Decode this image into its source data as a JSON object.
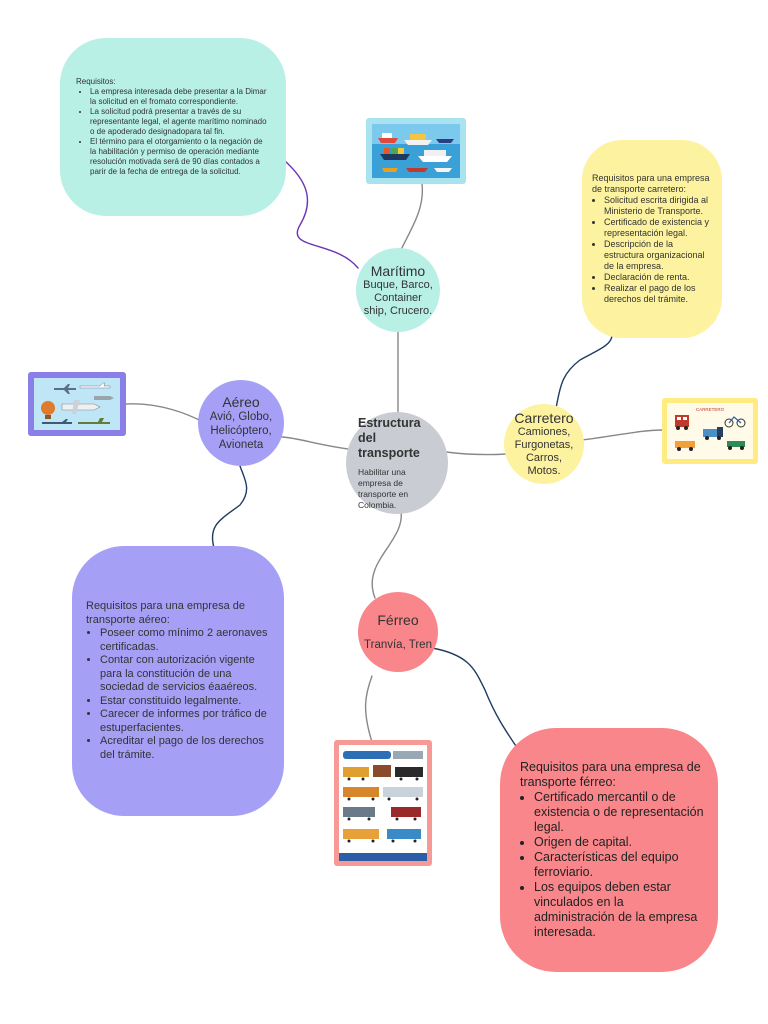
{
  "colors": {
    "center": "#c9ccd3",
    "maritimo": "#b8f0e6",
    "carretero": "#fcf29f",
    "aereo": "#a59ff5",
    "ferreo": "#f9868a",
    "connector": "#888888",
    "connector_purple": "#6b35b5",
    "connector_navy": "#1f3a60",
    "card_blue_border": "#a9e3ef",
    "card_yellow_border": "#ffeb80",
    "card_purple_border": "#8a7ee8",
    "card_red_border": "#f79a96"
  },
  "center": {
    "title": "Estructura del transporte",
    "subtitle": "Habilitar una empresa de transporte en Colombia."
  },
  "maritimo": {
    "title": "Marítimo",
    "desc": "Buque, Barco, Container ship, Crucero.",
    "image_icon": "ships-icon",
    "requirements": {
      "heading": "Requisitos:",
      "items": [
        "La empresa interesada debe presentar a la Dimar la solicitud en el fromato correspondiente.",
        "La solicitud podrá presentar a través de su representante legal, el agente marítimo nominado o de apoderado designadopara tal fin.",
        "El término para el otorgamiento o la negación de la habilitación y permiso de operación mediante resolución motivada será de 90 días contados a parir de la fecha de entrega de la solicitud."
      ]
    }
  },
  "carretero": {
    "title": "Carretero",
    "desc": "Camiones, Furgonetas, Carros, Motos.",
    "image_icon": "road-vehicles-icon",
    "image_caption": "CARRETERO",
    "requirements": {
      "heading": "Requisitos para una empresa de transporte carretero:",
      "items": [
        "Solicitud escrita dirigida al Ministerio de Transporte.",
        "Certificado de existencia y representación legal.",
        "Descripción de la estructura organizacional de la empresa.",
        "Declaración de renta.",
        "Realizar el pago de los derechos del trámite."
      ]
    }
  },
  "aereo": {
    "title": "Aéreo",
    "desc": "Avió, Globo, Helicóptero, Avioneta",
    "image_icon": "aircraft-icon",
    "requirements": {
      "heading": "Requisitos para una empresa de transporte aéreo:",
      "items": [
        "Poseer como mínimo 2 aeronaves certificadas.",
        "Contar con autorización vigente para la constitución de una sociedad de servicios éaaéreos.",
        "Estar constituido legalmente.",
        "Carecer de informes por tráfico de estuperfacientes.",
        "Acreditar el pago de los derechos del trámite."
      ]
    }
  },
  "ferreo": {
    "title": "Férreo",
    "desc": "Tranvía, Tren",
    "image_icon": "trains-icon",
    "requirements": {
      "heading": "Requisitos para una empresa de transporte férreo:",
      "items": [
        "Certificado mercantil o de existencia o de representación legal.",
        "Origen de capital.",
        "Características del equipo ferroviario.",
        "Los equipos deben estar vinculados en la administración de la empresa interesada."
      ]
    }
  }
}
